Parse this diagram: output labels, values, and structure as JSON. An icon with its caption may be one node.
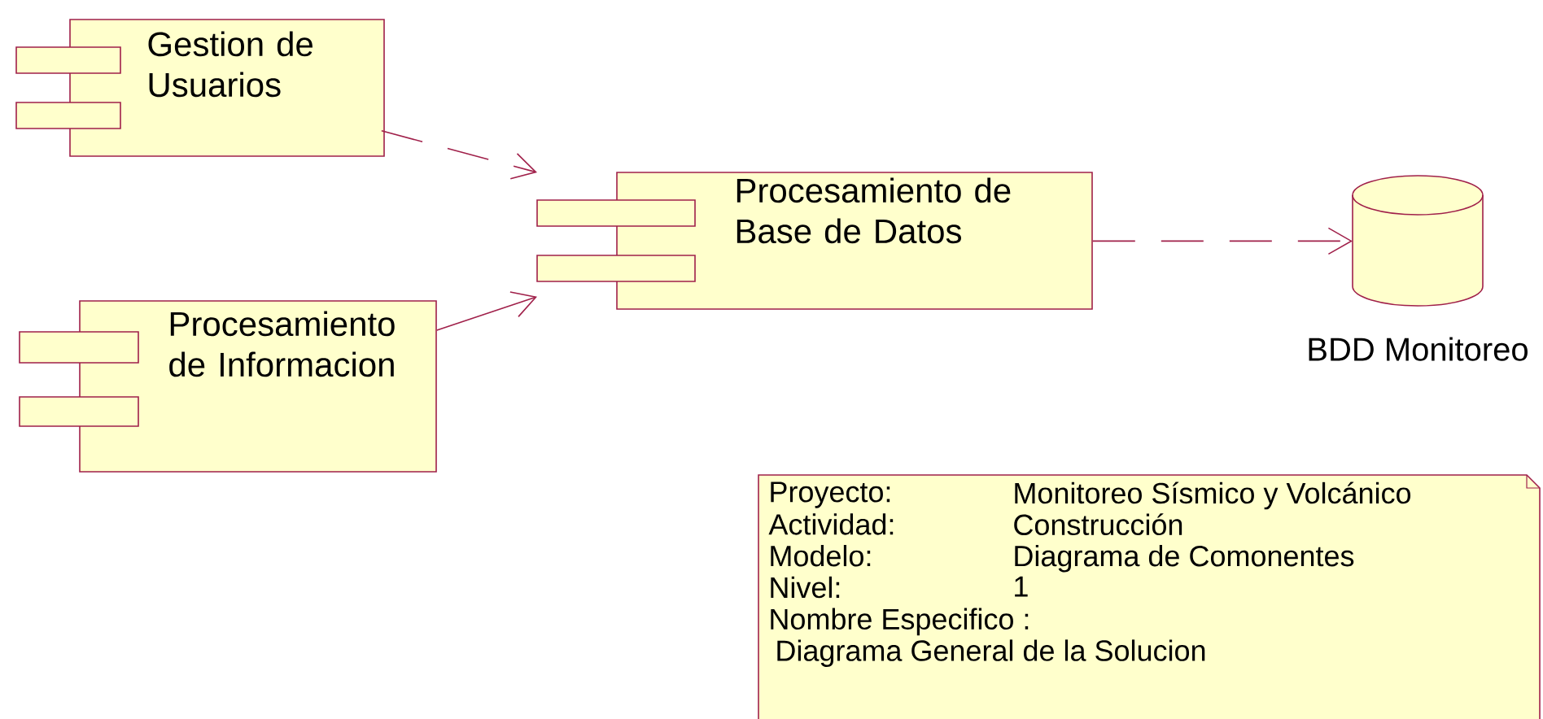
{
  "diagram": {
    "nodes": [
      {
        "text": [
          "Gestion de Usuarios"
        ]
      },
      {
        "text": [
          "Procesamiento de Informacion"
        ]
      },
      {
        "text": [
          "Procesamiento de Base de Datos"
        ]
      },
      {
        "text": [],
        "shape": "cylinder",
        "beside": [
          "BDD Monitoreo"
        ]
      },
      {
        "text": [
          "Proyecto:",
          "Monitoreo Sísmico y Volcánico",
          "Actividad:",
          "Construcción",
          "Modelo:",
          "Diagrama de Comonentes",
          "Nivel:",
          "1",
          "Nombre Especifico :",
          "Diagrama General de la Solucion"
        ]
      }
    ],
    "edges": [
      {
        "from": 0,
        "to": 2,
        "arrow": "to",
        "style": "dashed"
      },
      {
        "from": 1,
        "to": 2,
        "arrow": "to"
      },
      {
        "from": 2,
        "to": 3,
        "arrow": "to",
        "style": "dashed"
      }
    ]
  }
}
